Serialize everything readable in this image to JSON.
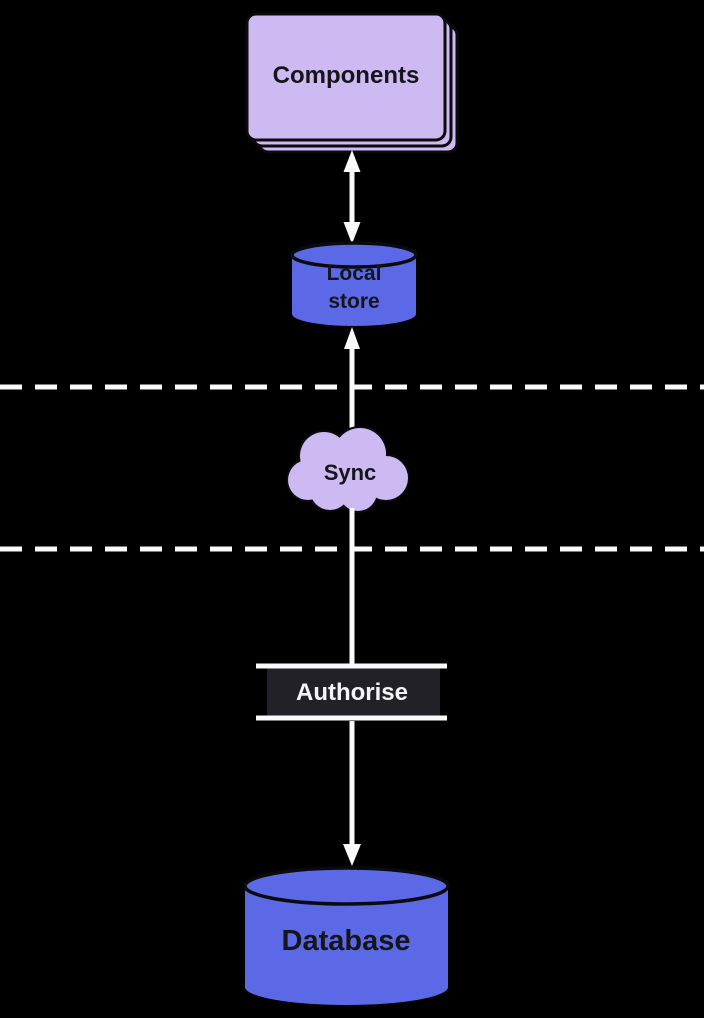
{
  "colors": {
    "background": "#000000",
    "node_purple": "#cdbaf3",
    "node_blue": "#5b69e6",
    "authorise_dark": "#212127",
    "line_white": "#fafafa",
    "text_dark": "#15151a",
    "text_light": "#f5f5f7"
  },
  "nodes": {
    "components": {
      "label": "Components",
      "shape": "stacked-card"
    },
    "local_store": {
      "lines": [
        "Local",
        "store"
      ],
      "shape": "cylinder"
    },
    "sync": {
      "label": "Sync",
      "shape": "cloud"
    },
    "authorise": {
      "label": "Authorise",
      "shape": "dark-rect"
    },
    "database": {
      "label": "Database",
      "shape": "cylinder"
    }
  },
  "connectors": [
    {
      "id": "components-localstore",
      "type": "arrow",
      "direction": "both"
    },
    {
      "id": "sync-localstore",
      "type": "arrow",
      "direction": "up"
    },
    {
      "id": "sync-database-via-authorise",
      "type": "arrow",
      "direction": "down"
    }
  ],
  "boundaries": [
    {
      "id": "boundary-upper",
      "style": "dashed"
    },
    {
      "id": "boundary-lower",
      "style": "dashed"
    }
  ]
}
